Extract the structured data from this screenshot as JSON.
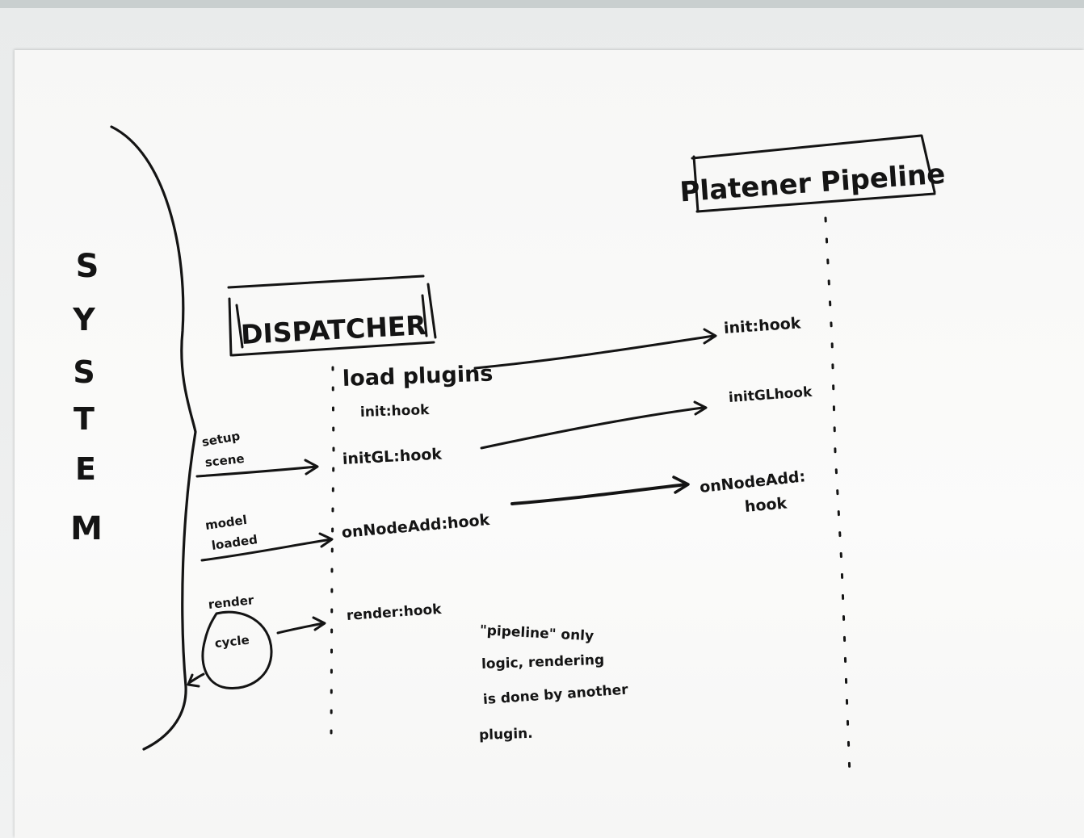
{
  "system": {
    "letters": [
      "S",
      "Y",
      "S",
      "T",
      "E",
      "M"
    ]
  },
  "dispatcher": {
    "title": "DISPATCHER",
    "steps": {
      "load_plugins": "load plugins",
      "load_plugins_sub": "init:hook",
      "init_gl": "initGL:hook",
      "on_node_added": "onNodeAdd:hook",
      "render": "render:hook"
    }
  },
  "pipeline": {
    "title": "Platener Pipeline",
    "hooks": {
      "init": "init:hook",
      "init_gl": "initGLhook",
      "on_node_added_1": "onNodeAdd:",
      "on_node_added_2": "hook"
    }
  },
  "triggers": {
    "setup_scene_1": "setup",
    "setup_scene_2": "scene",
    "model_loaded_1": "model",
    "model_loaded_2": "loaded",
    "render_cycle_1": "render",
    "render_cycle_2": "cycle"
  },
  "note": {
    "line1": "\"pipeline\" only",
    "line2": "logic, rendering",
    "line3": "is done by another",
    "line4": "plugin."
  }
}
